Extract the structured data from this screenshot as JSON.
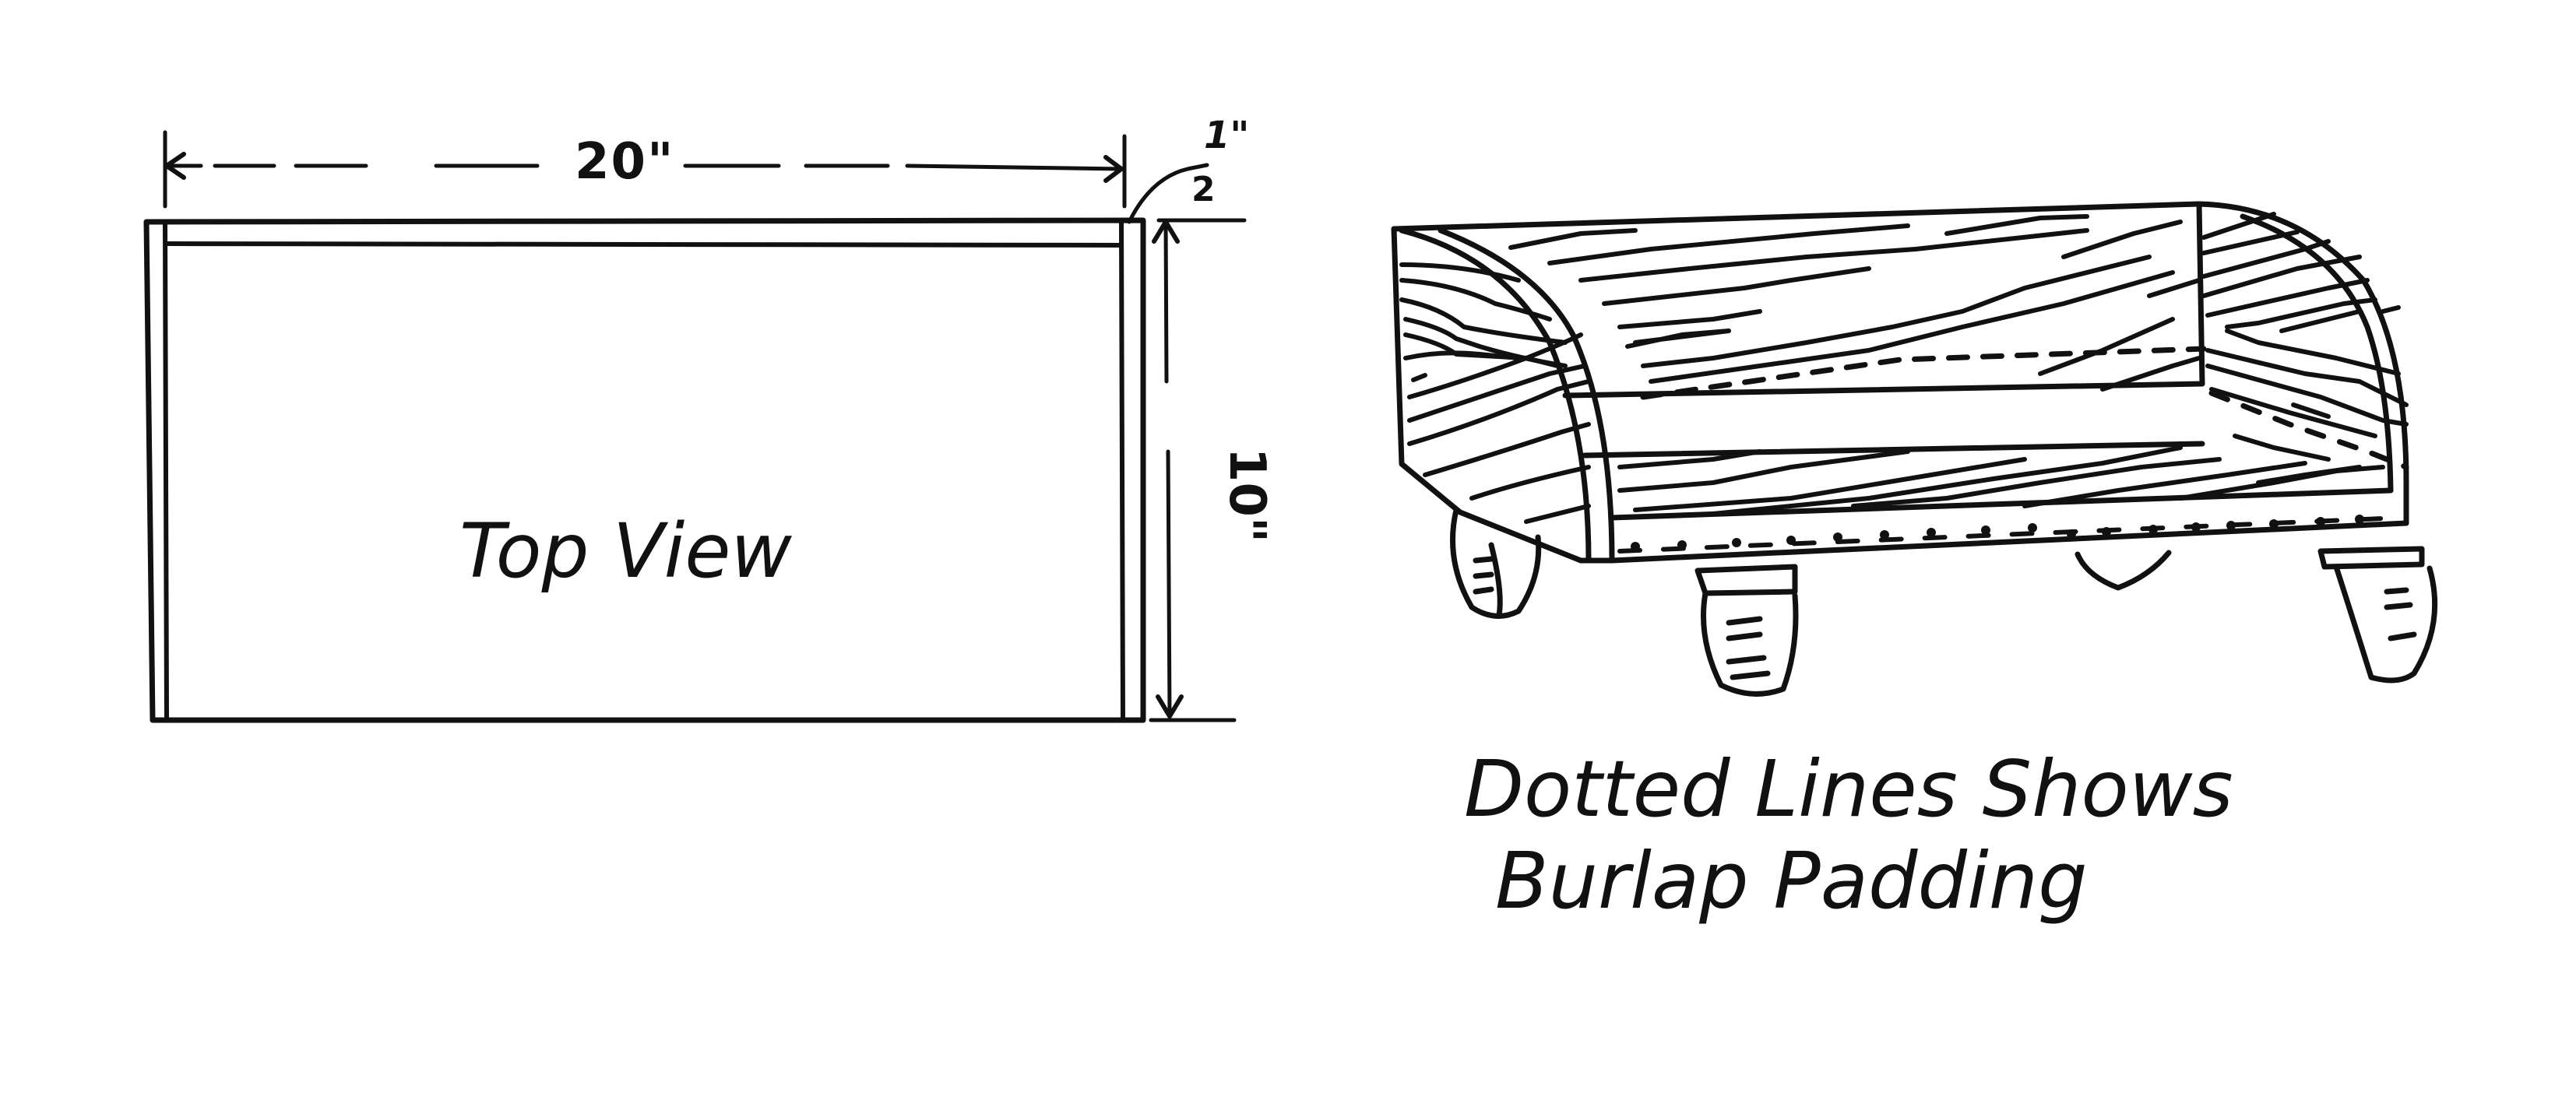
{
  "figure": {
    "top_view": {
      "label": "Top View",
      "width_dimension": "20\"",
      "depth_dimension": "10\"",
      "thickness_dimension": {
        "numerator": "1\"",
        "denominator": "2"
      }
    },
    "perspective_view": {
      "caption_line1": "Dotted Lines Shows",
      "caption_line2": "Burlap Padding"
    },
    "colors": {
      "ink": "#111111",
      "paper": "#ffffff"
    }
  }
}
